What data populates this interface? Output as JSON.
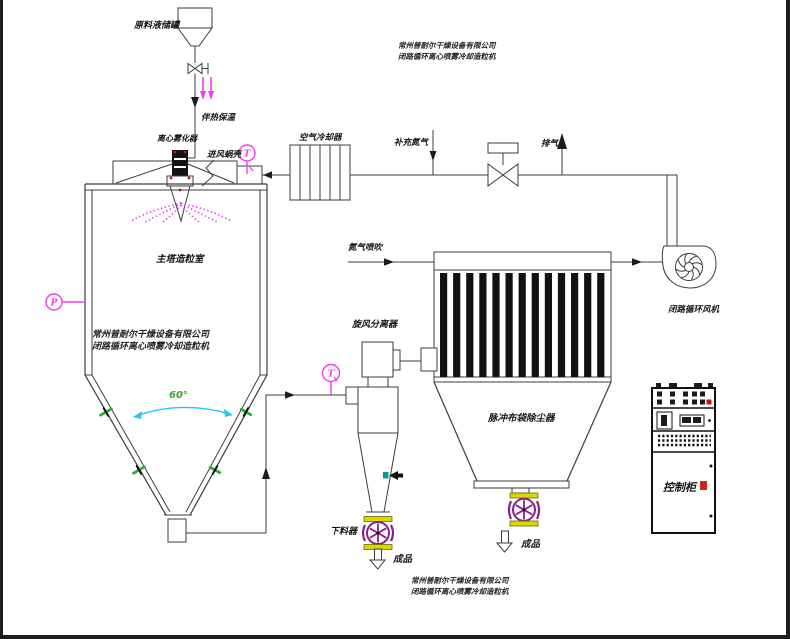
{
  "watermark": {
    "company": "常州普耐尔干燥设备有限公司",
    "machine": "闭路循环离心喷雾冷却造粒机"
  },
  "labels": {
    "feed_tank": "原料液储罐",
    "heat_trace": "伴热保温",
    "atomizer": "离心雾化器",
    "inlet_volute": "进风蜗壳",
    "air_cooler": "空气冷却器",
    "makeup_nitrogen": "补充氮气",
    "exhaust": "排气",
    "main_chamber": "主塔造粒室",
    "cone_angle": "60°",
    "cyclone": "旋风分离器",
    "nitrogen_pulse": "氮气喷吹",
    "baghouse": "脉冲布袋除尘器",
    "circulation_fan": "闭路循环风机",
    "discharger": "下料器",
    "product_cyclone": "成品",
    "product_baghouse": "成品",
    "control_cabinet": "控制柜"
  },
  "instruments": {
    "t": "T",
    "p": "P"
  },
  "colors": {
    "line": "#3c3c3c",
    "instrument_magenta": "#f23cf2",
    "spray_magenta": "#ee22ee",
    "nozzle_green": "#2fae2f",
    "angle_arc_cyan": "#29c5f6",
    "rotary_valve_purple": "#8a1f8a",
    "rotary_valve_yellow": "#d9d900",
    "alert_red": "#cc1111",
    "vibrator_teal": "#089a9a",
    "filter_bag_black": "#111111"
  }
}
